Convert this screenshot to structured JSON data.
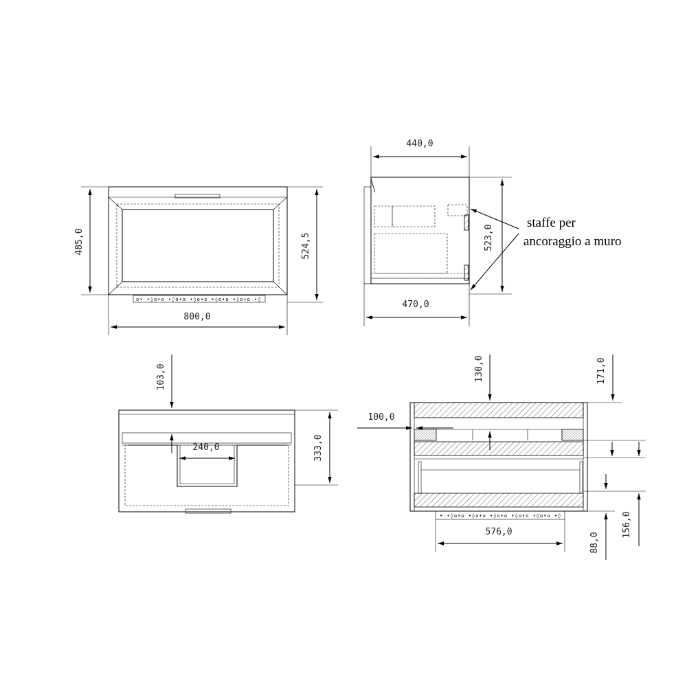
{
  "views": {
    "front": {
      "height_left": "485,0",
      "height_right": "524,5",
      "width": "800,0"
    },
    "side": {
      "depth_top": "440,0",
      "depth_bottom": "470,0",
      "height": "523,0"
    },
    "top": {
      "offset": "103,0",
      "cutout_width": "240,0",
      "depth": "333,0"
    },
    "section": {
      "dim_130": "130,0",
      "dim_171": "171,0",
      "dim_100": "100,0",
      "dim_576": "576,0",
      "dim_88": "88,0",
      "dim_156": "156,0"
    }
  },
  "note": {
    "line1": "staffe per",
    "line2": "ancoraggio a muro"
  }
}
